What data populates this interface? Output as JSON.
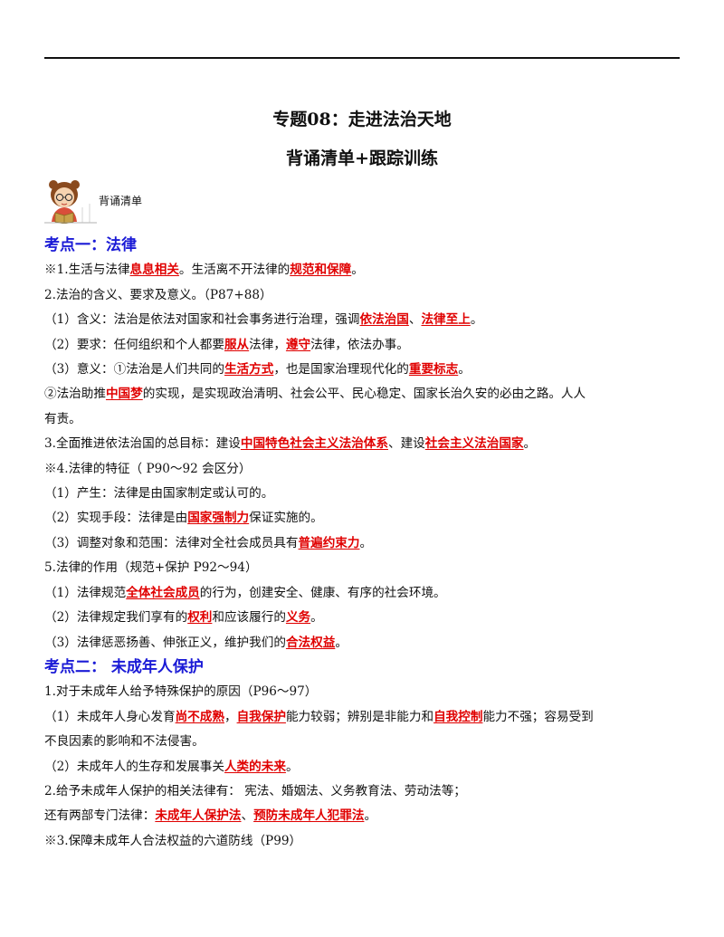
{
  "title": {
    "line1": "专题08：走进法治天地",
    "line2": "背诵清单+跟踪训练"
  },
  "badge": {
    "label": "背诵清单",
    "icon": "girl-reading-icon"
  },
  "colors": {
    "heading": "#1a1ad6",
    "highlight": "#e00000"
  },
  "lines": [
    {
      "type": "heading",
      "segs": [
        {
          "t": "考点一：法律"
        }
      ]
    },
    {
      "type": "text",
      "segs": [
        {
          "t": "※1.生活与法律"
        },
        {
          "t": "息息相关",
          "hl": true
        },
        {
          "t": "。生活离不开法律的"
        },
        {
          "t": "规范和保障",
          "hl": true
        },
        {
          "t": "。"
        }
      ]
    },
    {
      "type": "text",
      "segs": [
        {
          "t": "2.法治的含义、要求及意义。（P87+88）"
        }
      ]
    },
    {
      "type": "text",
      "segs": [
        {
          "t": "（1）含义：法治是依法对国家和社会事务进行治理，强调"
        },
        {
          "t": "依法治国",
          "hl": true
        },
        {
          "t": "、"
        },
        {
          "t": "法律至上",
          "hl": true
        },
        {
          "t": "。"
        }
      ]
    },
    {
      "type": "text",
      "segs": [
        {
          "t": "（2）要求：任何组织和个人都要"
        },
        {
          "t": "服从",
          "hl": true
        },
        {
          "t": "法律，"
        },
        {
          "t": "遵守",
          "hl": true
        },
        {
          "t": "法律，依法办事。"
        }
      ]
    },
    {
      "type": "text",
      "segs": [
        {
          "t": "（3）意义：①法治是人们共同的"
        },
        {
          "t": "生活方式",
          "hl": true
        },
        {
          "t": "，也是国家治理现代化的"
        },
        {
          "t": "重要标志",
          "hl": true
        },
        {
          "t": "。"
        }
      ]
    },
    {
      "type": "text",
      "segs": [
        {
          "t": "②法治助推"
        },
        {
          "t": "中国梦",
          "hl": true
        },
        {
          "t": "的实现，是实现政治清明、社会公平、民心稳定、国家长治久安的必由之路。人人"
        }
      ]
    },
    {
      "type": "text",
      "segs": [
        {
          "t": "有责。"
        }
      ]
    },
    {
      "type": "text",
      "segs": [
        {
          "t": "3.全面推进依法治国的总目标：建设"
        },
        {
          "t": "中国特色社会主义法治体系",
          "hl": true
        },
        {
          "t": "、建设"
        },
        {
          "t": "社会主义法治国家",
          "hl": true
        },
        {
          "t": "。"
        }
      ]
    },
    {
      "type": "text",
      "segs": [
        {
          "t": "※4.法律的特征（ P90～92 会区分）"
        }
      ]
    },
    {
      "type": "text",
      "segs": [
        {
          "t": "（1）产生：法律是由国家制定或认可的。"
        }
      ]
    },
    {
      "type": "text",
      "segs": [
        {
          "t": "（2）实现手段：法律是由"
        },
        {
          "t": "国家强制力",
          "hl": true
        },
        {
          "t": "保证实施的。"
        }
      ]
    },
    {
      "type": "text",
      "segs": [
        {
          "t": "（3）调整对象和范围：法律对全社会成员具有"
        },
        {
          "t": "普遍约束力",
          "hl": true
        },
        {
          "t": "。"
        }
      ]
    },
    {
      "type": "text",
      "segs": [
        {
          "t": "5.法律的作用（规范+保护 P92～94）"
        }
      ]
    },
    {
      "type": "text",
      "segs": [
        {
          "t": "（1）法律规范"
        },
        {
          "t": "全体社会成员",
          "hl": true
        },
        {
          "t": "的行为，创建安全、健康、有序的社会环境。"
        }
      ]
    },
    {
      "type": "text",
      "segs": [
        {
          "t": "（2）法律规定我们享有的"
        },
        {
          "t": "权利",
          "hl": true
        },
        {
          "t": "和应该履行的"
        },
        {
          "t": "义务",
          "hl": true
        },
        {
          "t": "。"
        }
      ]
    },
    {
      "type": "text",
      "segs": [
        {
          "t": "（3）法律惩恶扬善、伸张正义，维护我们的"
        },
        {
          "t": "合法权益",
          "hl": true
        },
        {
          "t": "。"
        }
      ]
    },
    {
      "type": "heading",
      "segs": [
        {
          "t": "考点二：  未成年人保护"
        }
      ]
    },
    {
      "type": "text",
      "segs": [
        {
          "t": "1.对于未成年人给予特殊保护的原因（P96～97）"
        }
      ]
    },
    {
      "type": "text",
      "segs": [
        {
          "t": "（1）未成年人身心发育"
        },
        {
          "t": "尚不成熟",
          "hl": true
        },
        {
          "t": "，"
        },
        {
          "t": "自我保护",
          "hl": true
        },
        {
          "t": "能力较弱；辨别是非能力和"
        },
        {
          "t": "自我控制",
          "hl": true
        },
        {
          "t": "能力不强；容易受到"
        }
      ]
    },
    {
      "type": "text",
      "segs": [
        {
          "t": "不良因素的影响和不法侵害。"
        }
      ]
    },
    {
      "type": "text",
      "segs": [
        {
          "t": "（2）未成年人的生存和发展事关"
        },
        {
          "t": "人类的未来",
          "hl": true
        },
        {
          "t": "。"
        }
      ]
    },
    {
      "type": "text",
      "segs": [
        {
          "t": "2.给予未成年人保护的相关法律有：  宪法、婚姻法、义务教育法、劳动法等；"
        }
      ]
    },
    {
      "type": "text",
      "segs": [
        {
          "t": "还有两部专门法律："
        },
        {
          "t": "未成年人保护法",
          "hl": true
        },
        {
          "t": "、"
        },
        {
          "t": "预防未成年人犯罪法",
          "hl": true
        },
        {
          "t": "。"
        }
      ]
    },
    {
      "type": "text",
      "segs": [
        {
          "t": "※3.保障未成年人合法权益的六道防线（P99）"
        }
      ]
    }
  ]
}
